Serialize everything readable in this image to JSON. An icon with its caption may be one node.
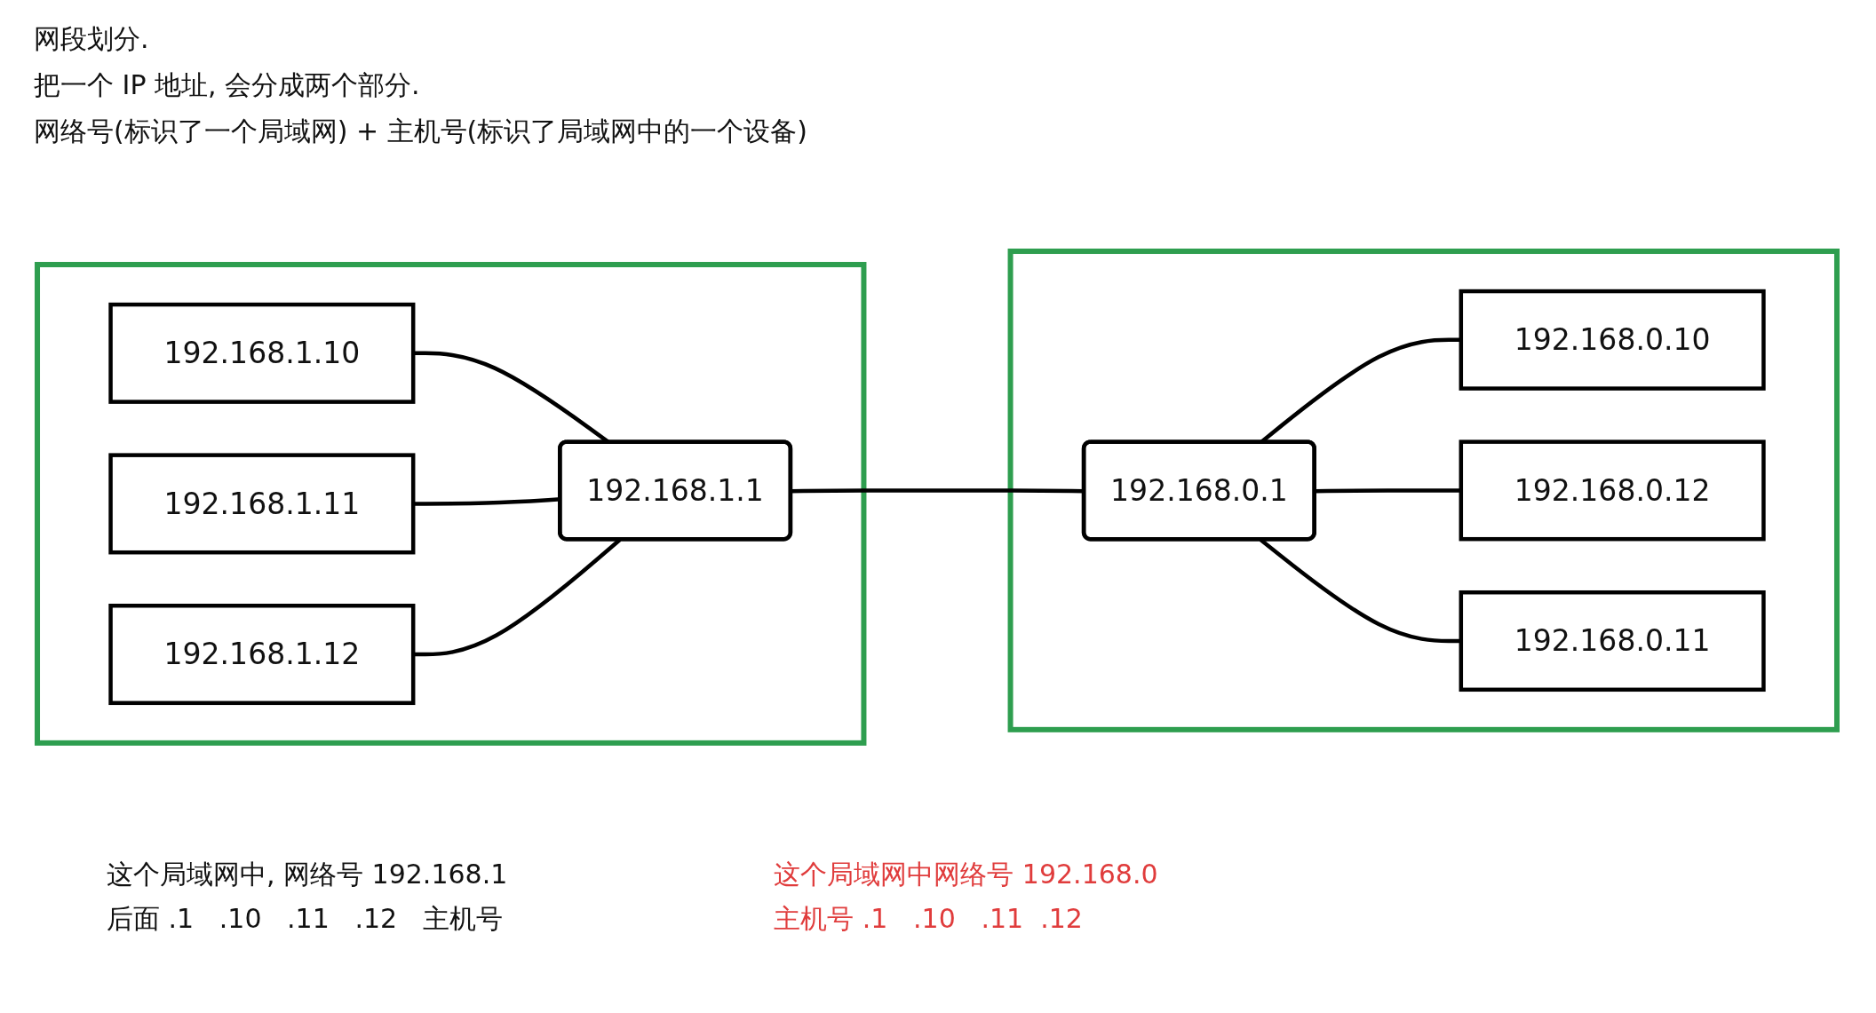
{
  "diagram": {
    "nodes": [
      {
        "text": [],
        "shape": "box"
      },
      {
        "text": [
          "192.168.1.10"
        ],
        "in": 0
      },
      {
        "text": [
          "192.168.1.11"
        ],
        "in": 0
      },
      {
        "text": [
          "192.168.1.12"
        ],
        "in": 0
      },
      {
        "text": [
          "192.168.1.1"
        ],
        "in": 0
      },
      {
        "text": [],
        "shape": "box"
      },
      {
        "text": [
          "192.168.0.1"
        ],
        "in": 5
      },
      {
        "text": [
          "192.168.0.10"
        ],
        "in": 5
      },
      {
        "text": [
          "192.168.0.12"
        ],
        "in": 5
      },
      {
        "text": [
          "192.168.0.11"
        ],
        "in": 5
      }
    ],
    "edges": [
      {
        "from": 1,
        "to": 4,
        "arrow": "none"
      },
      {
        "from": 2,
        "to": 4,
        "arrow": "none"
      },
      {
        "from": 3,
        "to": 4,
        "arrow": "none"
      },
      {
        "from": 4,
        "to": 6,
        "arrow": "none"
      },
      {
        "from": 6,
        "to": 7,
        "arrow": "none"
      },
      {
        "from": 6,
        "to": 8,
        "arrow": "none"
      },
      {
        "from": 6,
        "to": 9,
        "arrow": "none"
      }
    ],
    "labels": [
      "网段划分.",
      "把一个 IP 地址, 会分成两个部分.",
      "网络号(标识了一个局域网) + 主机号(标识了局域网中的一个设备)",
      "这个局域网中网络号 192.168.0",
      "主机号 .1   .10   .11  .12",
      "这个局域网中, 网络号 192.168.1",
      "后面 .1   .10   .11   .12   主机号"
    ]
  }
}
